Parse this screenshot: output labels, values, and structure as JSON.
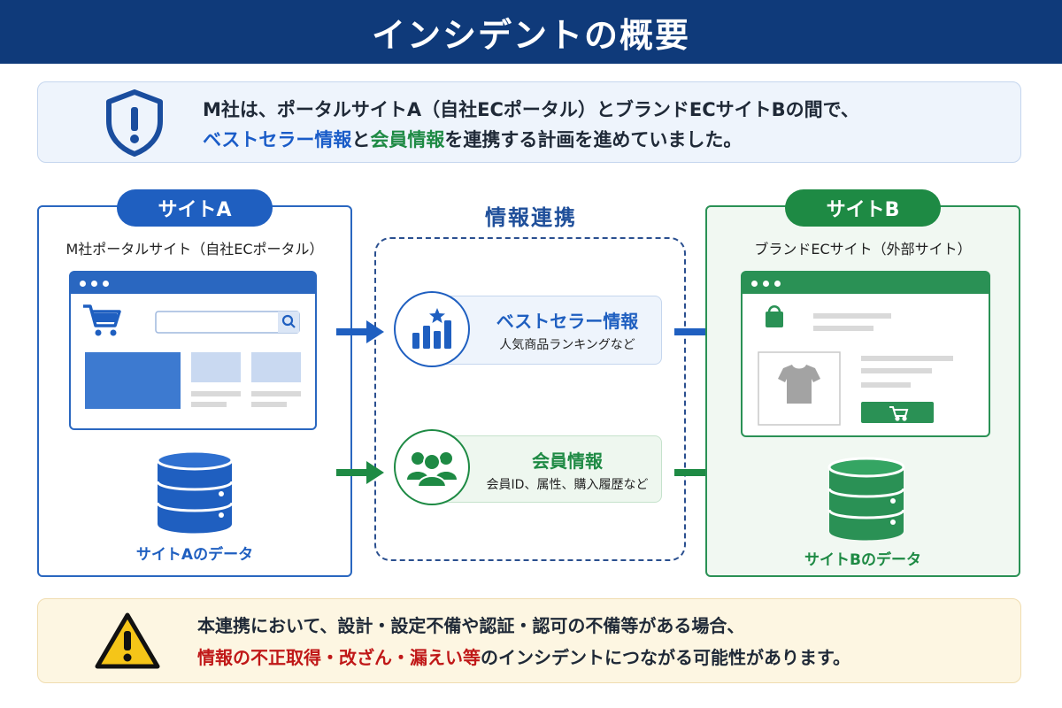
{
  "header": {
    "title": "インシデントの概要"
  },
  "intro": {
    "line1": "M社は、ポータルサイトA（自社ECポータル）とブランドECサイトBの間で、",
    "line2_part1": "ベストセラー情報",
    "line2_part2": "と",
    "line2_part3": "会員情報",
    "line2_part4": "を連携する計画を進めていました。"
  },
  "site_a": {
    "pill": "サイトA",
    "subtitle": "M社ポータルサイト（自社ECポータル）",
    "db_label": "サイトAのデータ"
  },
  "center": {
    "title": "情報連携",
    "bestseller": {
      "title": "ベストセラー情報",
      "desc": "人気商品ランキングなど"
    },
    "member": {
      "title": "会員情報",
      "desc": "会員ID、属性、購入履歴など"
    }
  },
  "site_b": {
    "pill": "サイトB",
    "subtitle": "ブランドECサイト（外部サイト）",
    "db_label": "サイトBのデータ"
  },
  "warning": {
    "line1": "本連携において、設計・設定不備や認証・認可の不備等がある場合、",
    "line2_red": "情報の不正取得・改ざん・漏えい等",
    "line2_rest": "のインシデントにつながる可能性があります。"
  },
  "colors": {
    "header": "#0f3a7a",
    "blue": "#1f5fc0",
    "green": "#1e8a44",
    "red": "#c01818",
    "warning_icon": "#f5c518"
  },
  "icons": {
    "intro": "shield-exclamation-icon",
    "warning": "warning-triangle-icon",
    "bestseller": "bar-chart-star-icon",
    "member": "people-group-icon"
  }
}
